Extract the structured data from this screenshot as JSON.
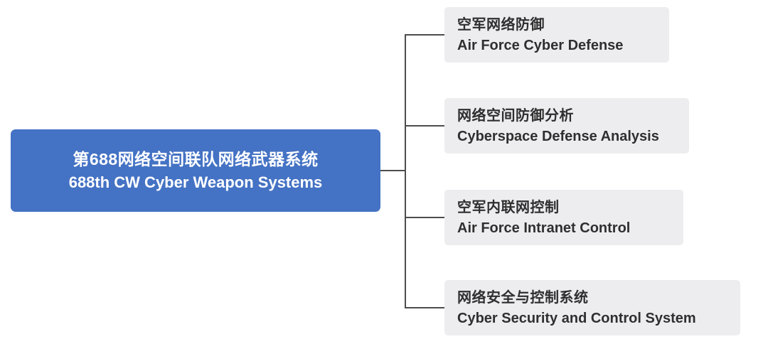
{
  "root": {
    "zh": "第688网络空间联队网络武器系统",
    "en": "688th CW Cyber Weapon Systems"
  },
  "branches": [
    {
      "zh": "空军网络防御",
      "en": "Air Force Cyber Defense"
    },
    {
      "zh": "网络空间防御分析",
      "en": "Cyberspace Defense Analysis"
    },
    {
      "zh": "空军内联网控制",
      "en": "Air Force Intranet Control"
    },
    {
      "zh": "网络安全与控制系统",
      "en": "Cyber Security and Control System"
    }
  ],
  "colors": {
    "root_bg": "#4472c4",
    "root_text": "#ffffff",
    "branch_bg": "#ededf0",
    "branch_text": "#2f2f2f",
    "line": "#4d4d4d",
    "canvas_bg": "#ffffff"
  }
}
